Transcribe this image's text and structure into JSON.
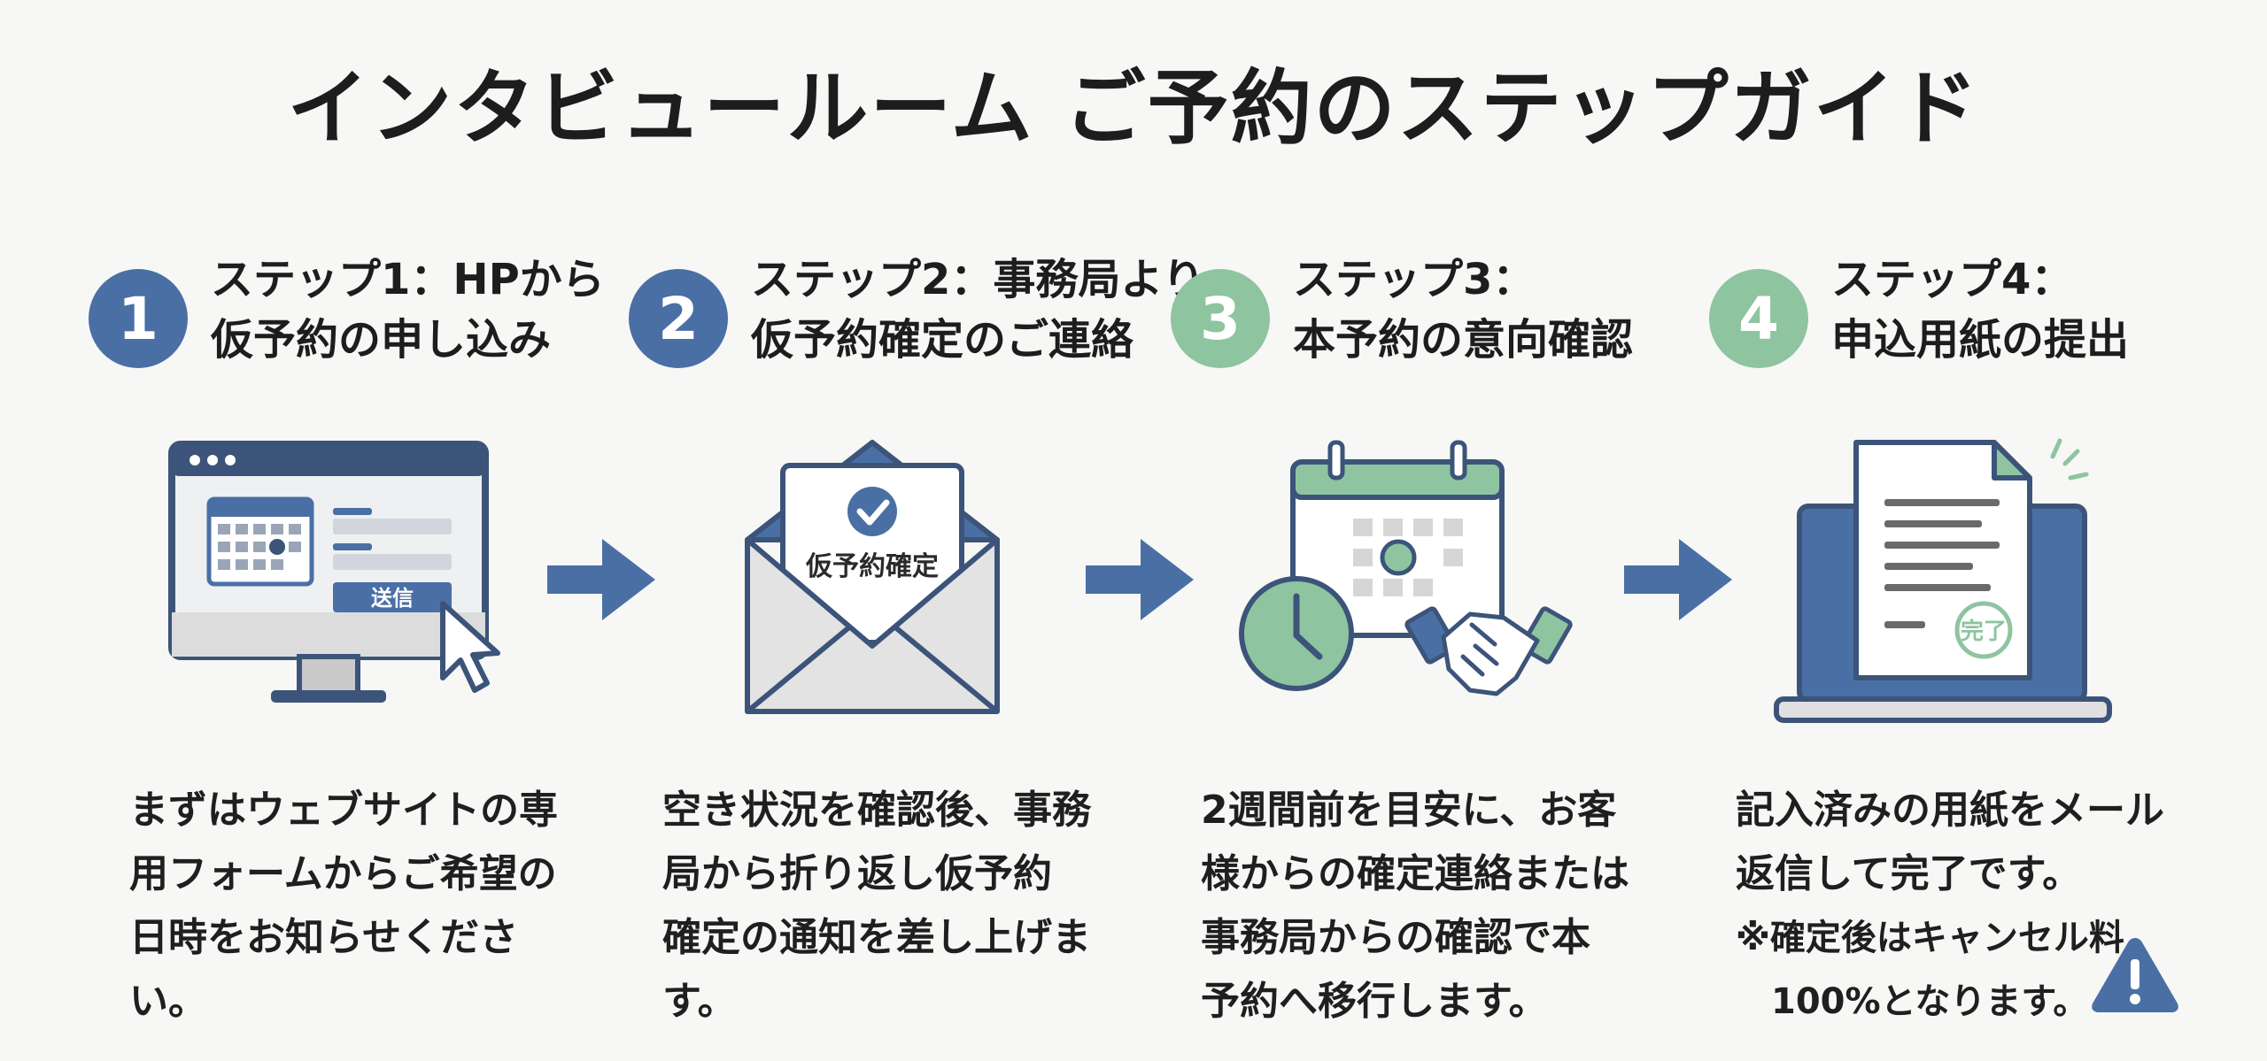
{
  "title": "インタビュールーム ご予約のステップガイド",
  "steps": [
    {
      "number": "1",
      "title_line1": "ステップ1：HPから",
      "title_line2": "仮予約の申し込み",
      "desc_lines": [
        "まずはウェブサイトの専",
        "用フォームからご希望の",
        "日時をお知らせくださ",
        "い。"
      ],
      "button_label": "送信"
    },
    {
      "number": "2",
      "title_line1": "ステップ2：事務局より",
      "title_line2": "仮予約確定のご連絡",
      "desc_lines": [
        "空き状況を確認後、事務",
        "局から折り返し仮予約",
        "確定の通知を差し上げま",
        "す。"
      ],
      "card_label": "仮予約確定"
    },
    {
      "number": "3",
      "title_line1": "ステップ3：",
      "title_line2": "本予約の意向確認",
      "desc_lines": [
        "2週間前を目安に、お客",
        "様からの確定連絡または",
        "事務局からの確認で本",
        "予約へ移行します。"
      ]
    },
    {
      "number": "4",
      "title_line1": "ステップ4：",
      "title_line2": "申込用紙の提出",
      "desc_lines": [
        "記入済みの用紙をメール",
        "返信して完了です。"
      ],
      "note_line1": "※確定後はキャンセル料",
      "note_line2": "100%となります。",
      "stamp_label": "完了"
    }
  ],
  "colors": {
    "blue": "#4a6fa5",
    "green": "#8ec4a0",
    "navy": "#3c5479",
    "gray": "#d9d9d9"
  }
}
